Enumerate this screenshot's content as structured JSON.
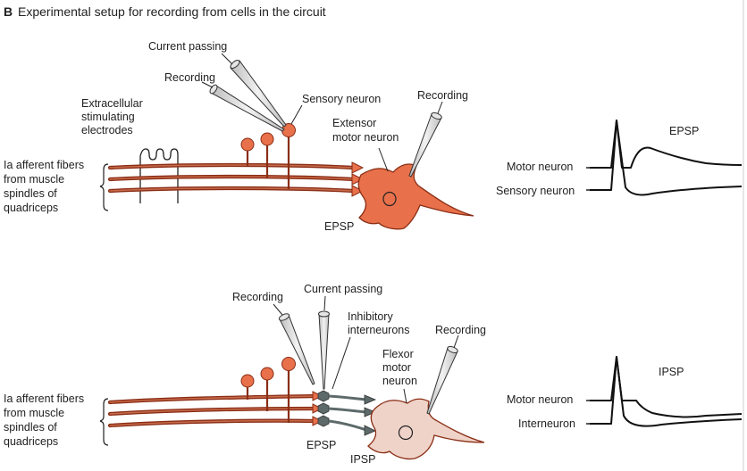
{
  "title": {
    "letter": "B",
    "text": "Experimental setup for recording from cells in the circuit"
  },
  "top_panel": {
    "current_passing": "Current passing",
    "recording_left": "Recording",
    "sensory_neuron": "Sensory neuron",
    "recording_right": "Recording",
    "extensor_lines": [
      "Extensor",
      "motor neuron"
    ],
    "stim_lines": [
      "Extracellular",
      "stimulating",
      "electrodes"
    ],
    "fiber_lines": [
      "Ia afferent fibers",
      "from muscle",
      "spindles of",
      "quadriceps"
    ],
    "epsp": "EPSP",
    "trace_title": "EPSP",
    "trace_motor": "Motor neuron",
    "trace_sensory": "Sensory neuron"
  },
  "bottom_panel": {
    "recording_left": "Recording",
    "current_passing": "Current passing",
    "inhib_lines": [
      "Inhibitory",
      "interneurons"
    ],
    "recording_right": "Recording",
    "flexor_lines": [
      "Flexor",
      "motor",
      "neuron"
    ],
    "fiber_lines": [
      "Ia afferent fibers",
      "from muscle",
      "spindles of",
      "quadriceps"
    ],
    "epsp": "EPSP",
    "ipsp": "IPSP",
    "trace_title": "IPSP",
    "trace_motor": "Motor neuron",
    "trace_inter": "Interneuron"
  },
  "colors": {
    "fiber": "#8a2e16",
    "extensor_body": "#e8704a",
    "flexor_body": "#efd3c8",
    "interneuron": "#5e6a6a",
    "terminal": "#e8704a"
  }
}
